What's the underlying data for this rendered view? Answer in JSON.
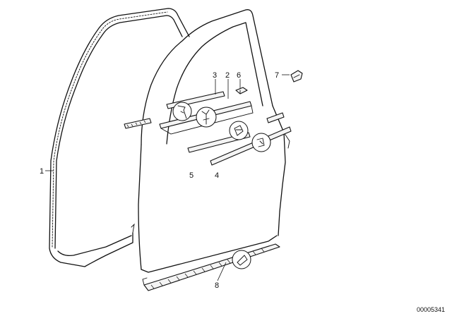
{
  "labels": {
    "p1": "1",
    "p2": "2",
    "p3": "3",
    "p4": "4",
    "p5": "5",
    "p6": "6",
    "p7": "7",
    "p8": "8"
  },
  "image_code": "00005341"
}
